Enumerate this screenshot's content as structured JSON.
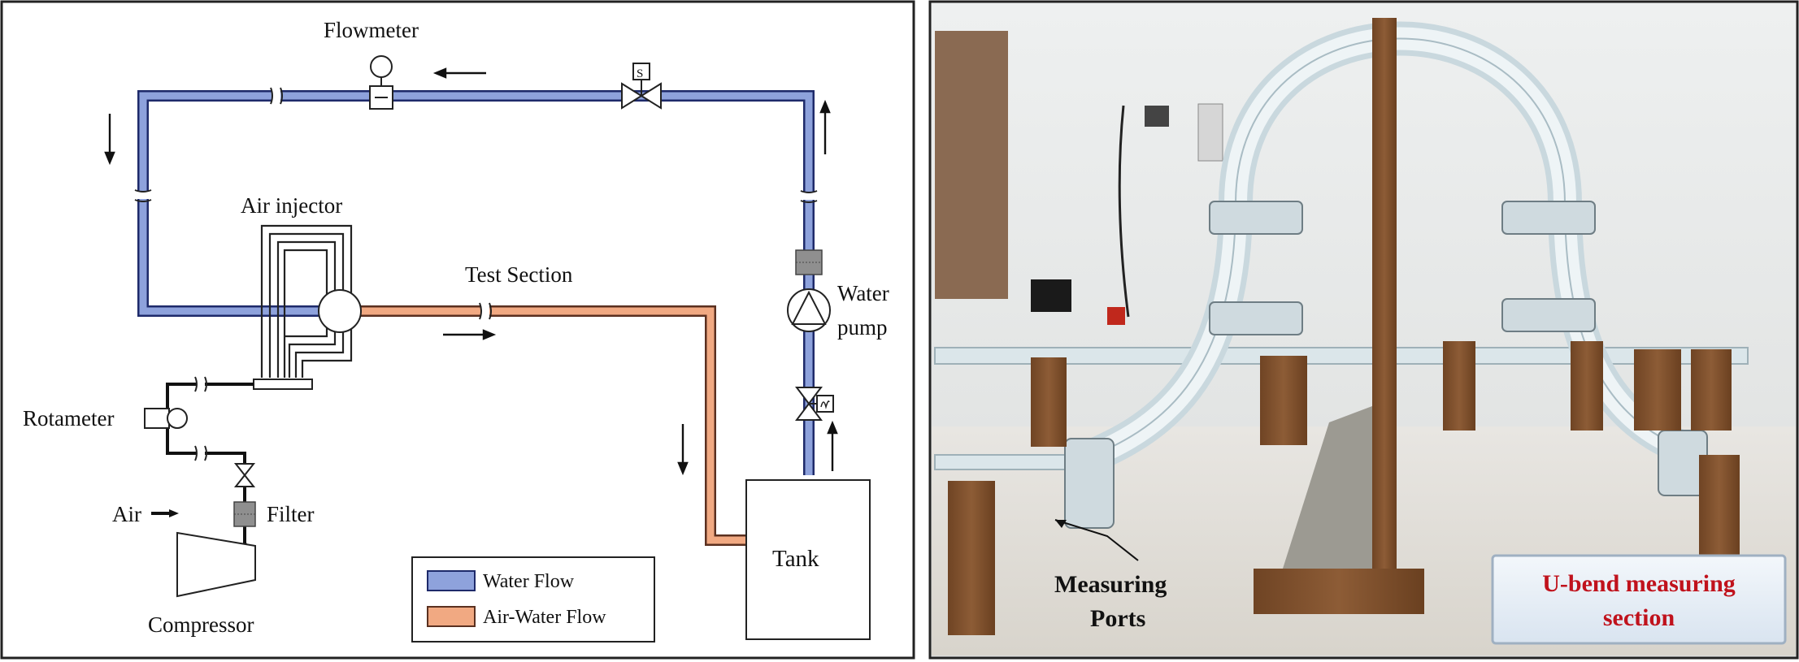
{
  "schematic": {
    "labels": {
      "flowmeter": "Flowmeter",
      "air_injector": "Air injector",
      "test_section": "Test Section",
      "water_pump_line1": "Water",
      "water_pump_line2": "pump",
      "rotameter": "Rotameter",
      "air": "Air",
      "filter": "Filter",
      "compressor": "Compressor",
      "tank": "Tank",
      "valve_symbol": "S"
    },
    "legend": {
      "items": [
        {
          "label": "Water Flow",
          "color": "#8ea2dc"
        },
        {
          "label": "Air-Water Flow",
          "color": "#f1a982"
        }
      ]
    },
    "colors": {
      "water_pipe": "#8ea2dc",
      "air_water_pipe": "#f1a982",
      "pipe_outline": "#1e2a6a",
      "component_gray": "#8f8f8f"
    }
  },
  "photo": {
    "labels": {
      "measuring_ports_line1": "Measuring",
      "measuring_ports_line2": "Ports",
      "caption_line1": "U-bend measuring",
      "caption_line2": "section"
    },
    "colors": {
      "caption_text": "#c0121c",
      "caption_bg": "#e6eef7",
      "wood": "#8a5a35"
    }
  }
}
